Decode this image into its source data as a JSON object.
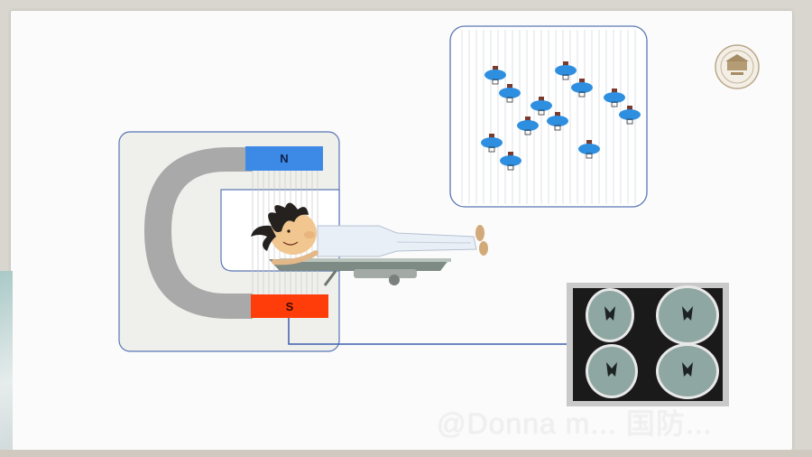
{
  "magnet": {
    "north_label": "N",
    "south_label": "S"
  },
  "watermark": "@Donna m... 国防...",
  "colors": {
    "north_pole": "#3d8ae6",
    "south_pole": "#ff3d0a",
    "magnet_body": "#a9a9a9",
    "frame_border": "#5977b5",
    "proton": "#2e8ee0",
    "proton_cap": "#7a3b2e",
    "link_line": "#3d5fb0",
    "scan_bg": "#1a1a1a"
  },
  "icons": {
    "patient": "patient-figure-icon",
    "proton": "hydrogen-proton-icon",
    "logo": "university-seal-icon"
  }
}
